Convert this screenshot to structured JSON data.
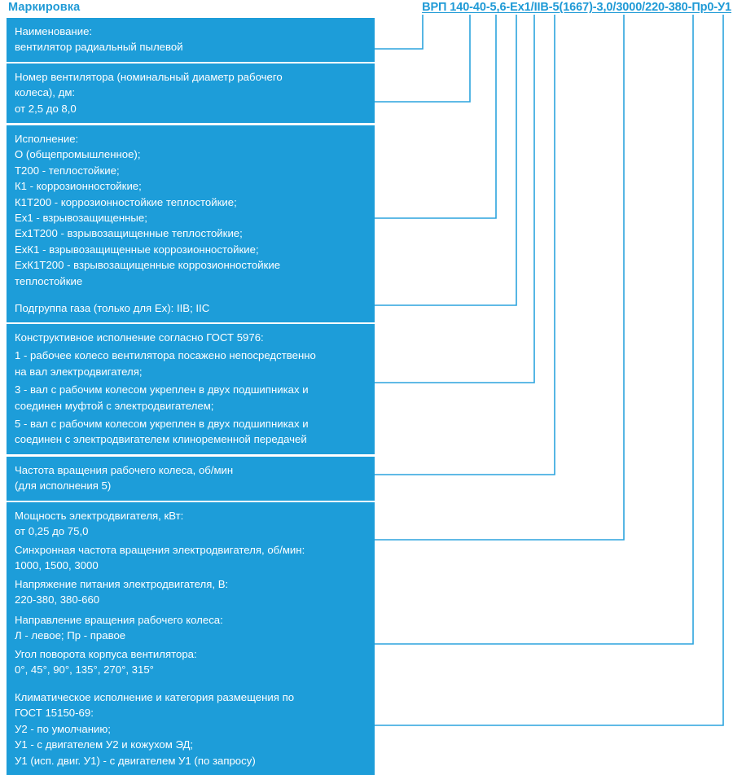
{
  "header": {
    "title": "Маркировка",
    "marking_code": "ВРП 140-40-5,6-Ex1/IIВ-5(1667)-3,0/3000/220-380-Пр0-У1",
    "accent_color": "#1f9ad6",
    "box_fill_color": "#1d9dd9",
    "line_color": "#2ca4de",
    "text_color": "#ffffff"
  },
  "boxes": [
    {
      "id": "naimenovanie",
      "name": "name-box",
      "lines": [
        "Наименование:",
        "вентилятор радиальный пылевой"
      ]
    },
    {
      "id": "nomer-ventilyatora",
      "name": "fan-number-box",
      "lines": [
        "Номер вентилятора (номинальный диаметр рабочего",
        "колеса), дм:",
        "от 2,5 до 8,0"
      ]
    },
    {
      "id": "ispolnenie",
      "name": "execution-box",
      "lines": [
        "Исполнение:",
        "О (общепромышленное);",
        "Т200 - теплостойкие;",
        "К1 - коррозионностойкие;",
        "К1Т200 - коррозионностойкие теплостойкие;",
        "Ex1 - взрывозащищенные;",
        "Ex1Т200 - взрывозащищенные теплостойкие;",
        "ExК1 - взрывозащищенные коррозионностойкие;",
        "ExК1Т200 - взрывозащищенные коррозионностойкие",
        "теплостойкие"
      ]
    },
    {
      "id": "podgruppa-gaza",
      "name": "gas-subgroup-box",
      "lines": [
        "Подгруппа газа (только для Ex): IIВ; IIC"
      ]
    },
    {
      "id": "konstruktivnoe-ispolnenie",
      "name": "construction-box",
      "lines": [
        "Конструктивное исполнение согласно ГОСТ 5976:",
        "1 - рабочее колесо вентилятора посажено непосредственно",
        "на вал электродвигателя;",
        "3 - вал с рабочим колесом укреплен в двух подшипниках и",
        "соединен муфтой с электродвигателем;",
        "5 - вал с рабочим колесом укреплен в двух подшипниках и",
        "соединен с электродвигателем клиноременной передачей"
      ]
    },
    {
      "id": "chastota-vrashcheniya",
      "name": "impeller-speed-box",
      "lines": [
        "Частота вращения рабочего колеса, об/мин",
        "(для исполнения 5)"
      ]
    },
    {
      "id": "moshchnost-dvigatelya",
      "name": "motor-power-box",
      "lines": [
        "Мощность электродвигателя, кВт:",
        "от 0,25 до 75,0",
        "Синхронная частота вращения электродвигателя, об/мин:",
        "1000, 1500, 3000",
        "Напряжение питания электродвигателя, В:",
        "220-380, 380-660"
      ]
    },
    {
      "id": "napravlenie-vrashcheniya",
      "name": "rotation-direction-box",
      "lines": [
        "Направление вращения рабочего колеса:",
        "Л - левое; Пр - правое",
        "Угол поворота корпуса вентилятора:",
        "0°, 45°, 90°, 135°, 270°, 315°"
      ]
    },
    {
      "id": "klimaticheskoe-ispolnenie",
      "name": "climate-category-box",
      "lines": [
        "Климатическое исполнение и категория размещения по",
        "ГОСТ 15150-69:",
        "У2 - по умолчанию;",
        "У1 - с двигателем У2 и кожухом ЭД;",
        "У1 (исп. двиг. У1) - с двигателем У1 (по запросу)"
      ]
    }
  ]
}
